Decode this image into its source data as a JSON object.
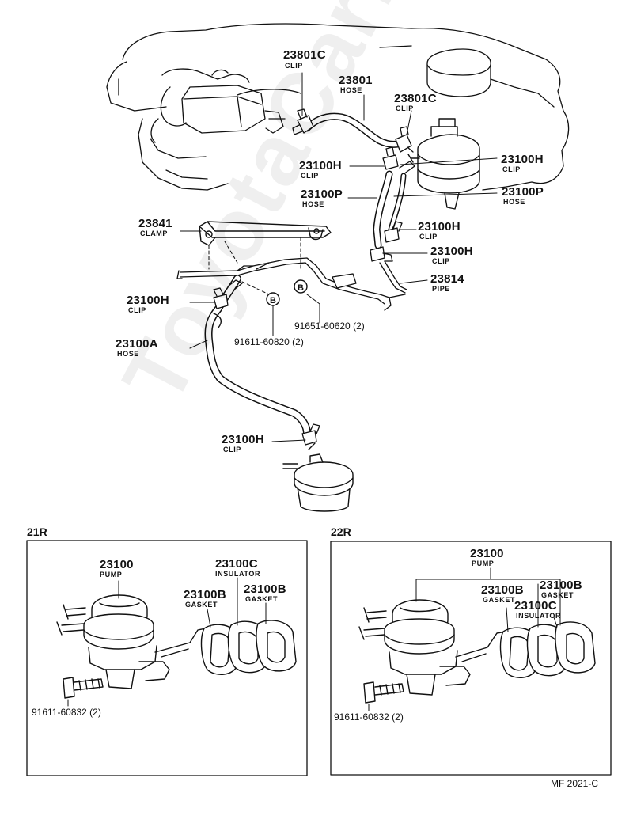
{
  "watermark": "ToyotaCarMine.ru",
  "figure_code": "MF 2021-C",
  "circle_marker": "B",
  "main_labels": {
    "clip_top_left": {
      "part": "23801C",
      "name": "CLIP"
    },
    "hose_top": {
      "part": "23801",
      "name": "HOSE"
    },
    "clip_top_right": {
      "part": "23801C",
      "name": "CLIP"
    },
    "clip_filter_right": {
      "part": "23100H",
      "name": "CLIP"
    },
    "clip_mid_left": {
      "part": "23100H",
      "name": "CLIP"
    },
    "hose_mid_left": {
      "part": "23100P",
      "name": "HOSE"
    },
    "hose_mid_right": {
      "part": "23100P",
      "name": "HOSE"
    },
    "clamp": {
      "part": "23841",
      "name": "CLAMP"
    },
    "clip_right_1": {
      "part": "23100H",
      "name": "CLIP"
    },
    "clip_right_2": {
      "part": "23100H",
      "name": "CLIP"
    },
    "pipe": {
      "part": "23814",
      "name": "PIPE"
    },
    "clip_left": {
      "part": "23100H",
      "name": "CLIP"
    },
    "hose_left": {
      "part": "23100A",
      "name": "HOSE"
    },
    "bolt_ref_1": "91611-60820 (2)",
    "bolt_ref_2": "91651-60620 (2)",
    "clip_bottom": {
      "part": "23100H",
      "name": "CLIP"
    }
  },
  "inset_21r": {
    "title": "21R",
    "pump": {
      "part": "23100",
      "name": "PUMP"
    },
    "insulator": {
      "part": "23100C",
      "name": "INSULATOR"
    },
    "gasket_1": {
      "part": "23100B",
      "name": "GASKET"
    },
    "gasket_2": {
      "part": "23100B",
      "name": "GASKET"
    },
    "bolt": "91611-60832 (2)"
  },
  "inset_22r": {
    "title": "22R",
    "pump": {
      "part": "23100",
      "name": "PUMP"
    },
    "gasket_1": {
      "part": "23100B",
      "name": "GASKET"
    },
    "gasket_2": {
      "part": "23100B",
      "name": "GASKET"
    },
    "insulator": {
      "part": "23100C",
      "name": "INSULATOR"
    },
    "bolt": "91611-60832 (2)"
  }
}
